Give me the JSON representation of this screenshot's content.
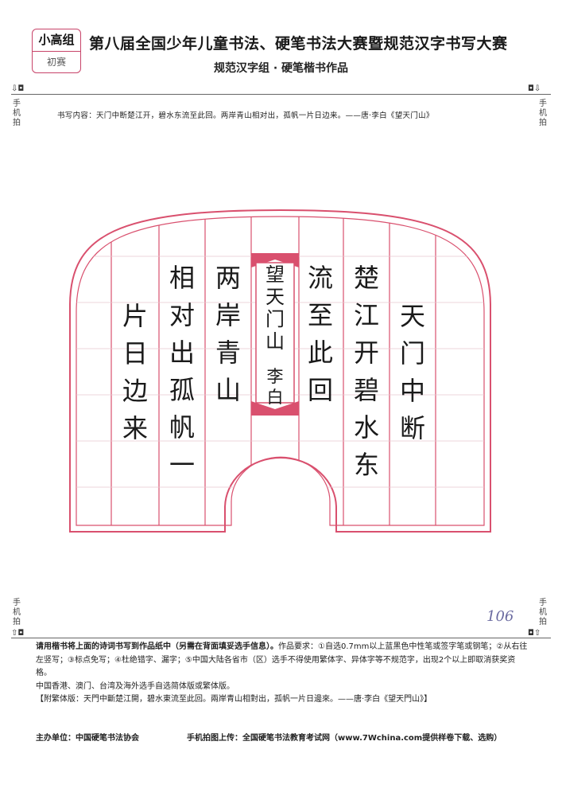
{
  "badge": {
    "group": "小高组",
    "stage": "初赛"
  },
  "header": {
    "title": "第八届全国少年儿童书法、硬笔书法大赛暨规范汉字书写大赛",
    "subtitle": "规范汉字组 · 硬笔楷书作品"
  },
  "side_labels": {
    "phone_photo": "手机拍"
  },
  "content_line": "书写内容：天门中断楚江开，碧水东流至此回。两岸青山相对出，孤帆一片日边来。——唐·李白《望天门山》",
  "calligraphy": {
    "columns": [
      {
        "chars": [
          "天",
          "门",
          "中",
          "断"
        ]
      },
      {
        "chars": [
          "楚",
          "江",
          "开",
          "碧",
          "水",
          "东"
        ]
      },
      {
        "chars": [
          "流",
          "至",
          "此",
          "回"
        ]
      },
      {
        "chars": [
          "两",
          "岸",
          "青",
          "山"
        ]
      },
      {
        "chars": [
          "相",
          "对",
          "出",
          "孤",
          "帆",
          "一"
        ]
      },
      {
        "chars": [
          "片",
          "日",
          "边",
          "来"
        ]
      }
    ],
    "poem_title": [
      "望",
      "天",
      "门",
      "山"
    ],
    "author": [
      "李",
      "白"
    ],
    "border_color": "#d9506e",
    "ink_color": "#1a1a1a"
  },
  "score": "106",
  "requirements": {
    "lead": "请用楷书将上面的诗词书写到作品纸中（另需在背面填妥选手信息）。",
    "body": "作品要求：①自选0.7mm以上蓝黑色中性笔或签字笔或钢笔；②从右往左竖写；③标点免写；④杜绝错字、漏字；⑤中国大陆各省市（区）选手不得使用繁体字、异体字等不规范字，出现2个以上即取消获奖资格。",
    "line3": "中国香港、澳门、台湾及海外选手自选简体版或繁体版。",
    "traditional": "【附繁体版：天門中斷楚江開，碧水東流至此回。兩岸青山相對出，孤帆一片日邊來。——唐·李白《望天門山》】"
  },
  "footer": {
    "organizer": "主办单位：中国硬笔书法协会",
    "upload": "手机拍图上传：全国硬笔书法教育考试网（www.7Wchina.com提供样卷下载、选购）"
  }
}
